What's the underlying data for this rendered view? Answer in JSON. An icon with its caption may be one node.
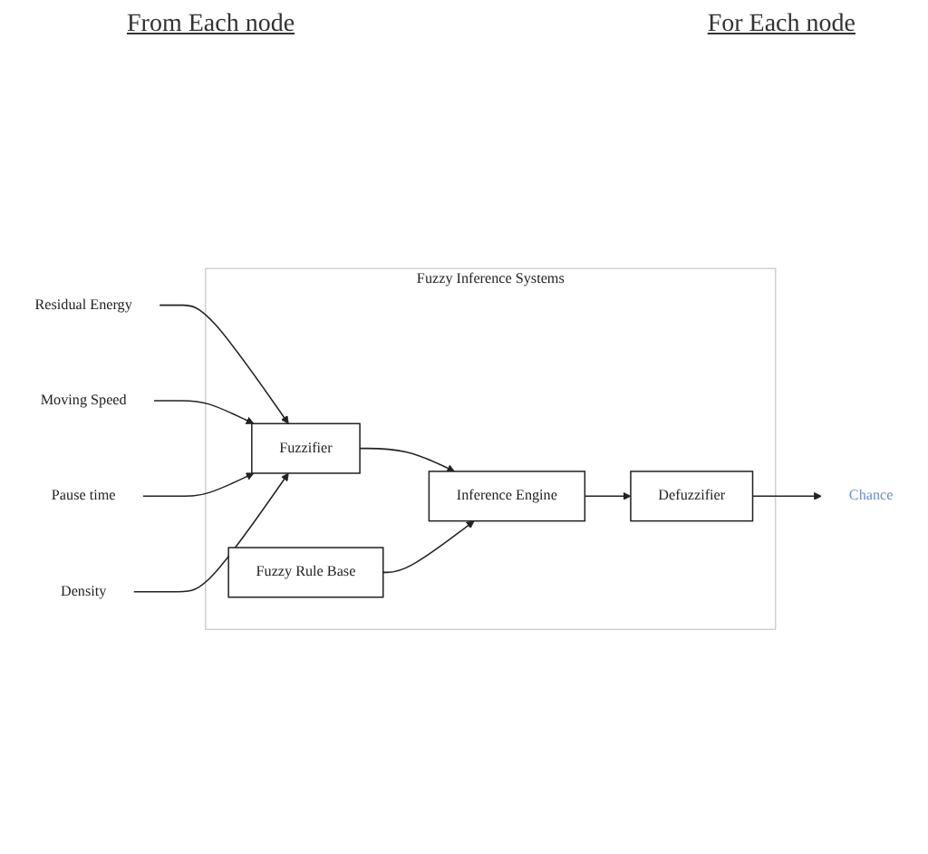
{
  "diagram": {
    "nodes": [
      {
        "text": [
          "Residual Energy"
        ]
      },
      {
        "text": [
          "Moving Speed"
        ]
      },
      {
        "text": [
          "Pause time"
        ]
      },
      {
        "text": [
          "Density"
        ]
      },
      {
        "text": [
          "Chance"
        ]
      },
      {
        "text": [
          "Fuzzy Inference Systems"
        ]
      },
      {
        "text": [
          "Fuzzifier"
        ],
        "in": 5
      },
      {
        "text": [
          "Inference Engine"
        ],
        "in": 5
      },
      {
        "text": [
          "Defuzzifier"
        ],
        "in": 5
      },
      {
        "text": [
          "Fuzzy Rule Base"
        ],
        "in": 5
      }
    ],
    "edges": [
      {
        "from": 0,
        "to": 6,
        "arrow": "to"
      },
      {
        "from": 1,
        "to": 6,
        "arrow": "to"
      },
      {
        "from": 2,
        "to": 6,
        "arrow": "to"
      },
      {
        "from": 3,
        "to": 6,
        "arrow": "to"
      },
      {
        "from": 6,
        "to": 7,
        "arrow": "to"
      },
      {
        "from": 7,
        "to": 8,
        "arrow": "to"
      },
      {
        "from": 8,
        "to": 4,
        "arrow": "to"
      },
      {
        "from": 9,
        "to": 7,
        "arrow": "to"
      }
    ],
    "labels": [
      "From Each node",
      "For Each node"
    ]
  }
}
